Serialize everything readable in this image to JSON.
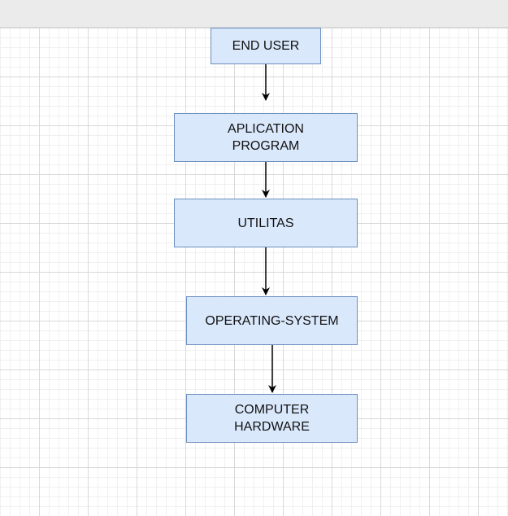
{
  "diagram": {
    "nodes": {
      "end_user": "END USER",
      "application_program": "APLICATION\nPROGRAM",
      "utilitas": "UTILITAS",
      "operating_system": "OPERATING-SYSTEM",
      "computer_hardware": "COMPUTER\nHARDWARE"
    },
    "colors": {
      "node_fill": "#dae8fc",
      "node_border": "#6c8ebf",
      "edge": "#000000",
      "grid": "#d9d9d9",
      "top_bar": "#ebebeb"
    }
  }
}
